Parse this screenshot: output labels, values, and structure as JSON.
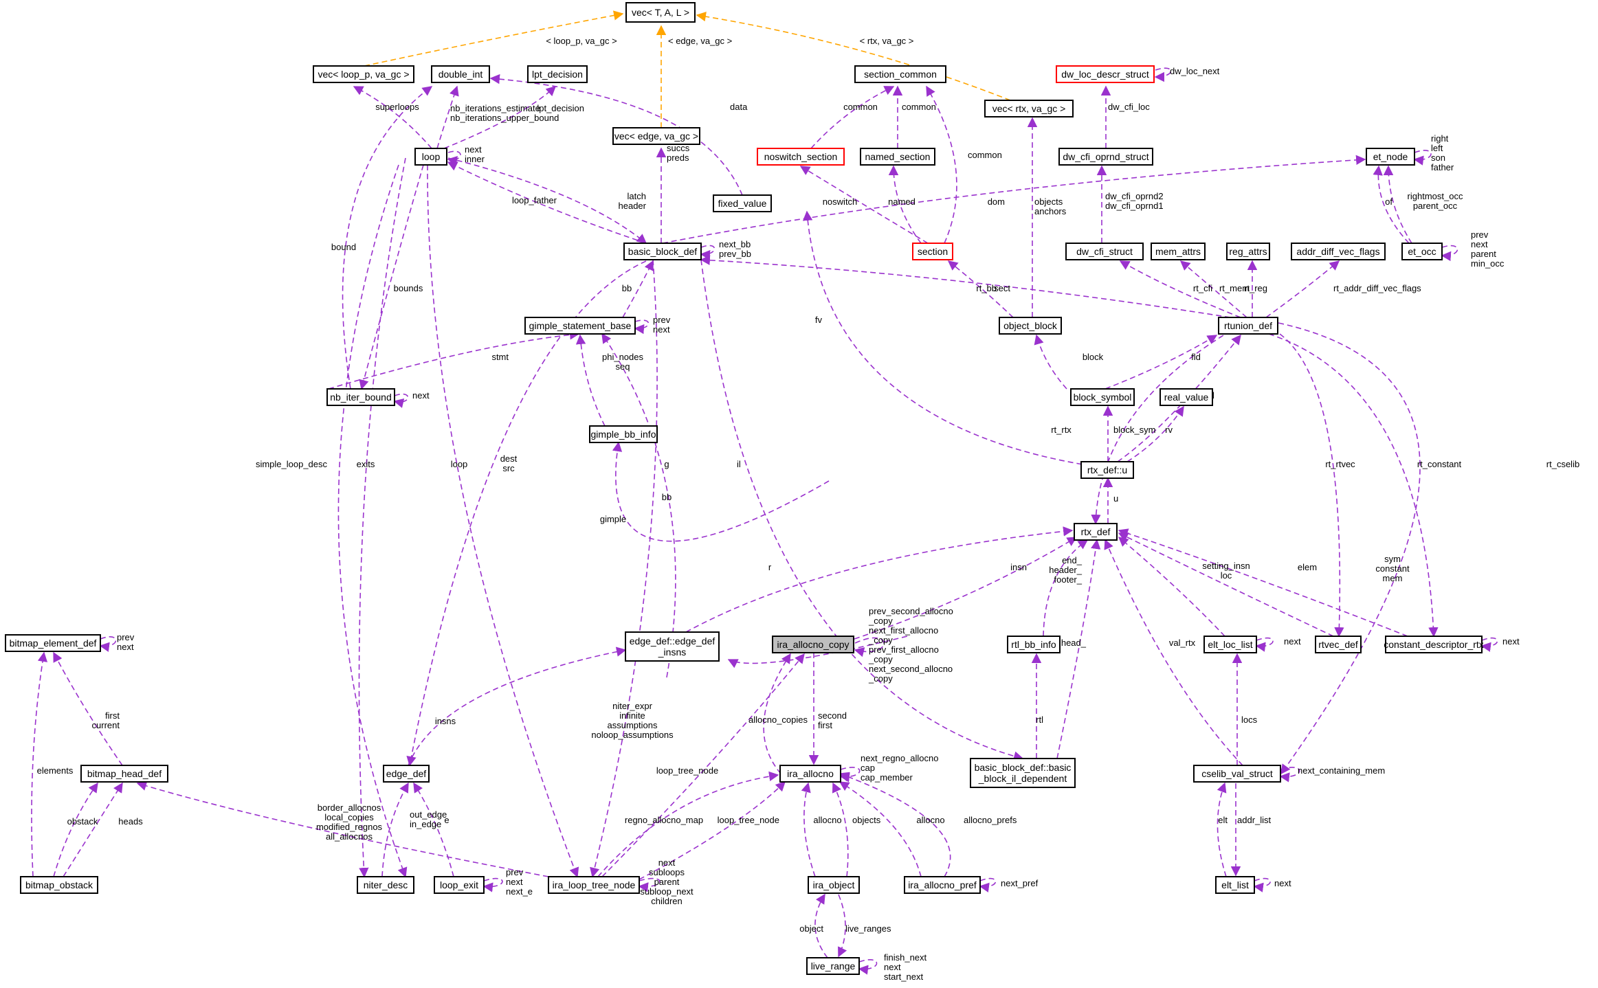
{
  "colors": {
    "purple": "#9a32cd",
    "orange": "#ffa500",
    "red": "#ff0000",
    "focus": "#bfbfbf"
  },
  "nodes": [
    {
      "id": "vec_tal",
      "label": "vec< T, A, L >"
    },
    {
      "id": "vec_loop",
      "label": "vec< loop_p, va_gc >"
    },
    {
      "id": "double_int",
      "label": "double_int"
    },
    {
      "id": "lpt_decision",
      "label": "lpt_decision"
    },
    {
      "id": "vec_edge",
      "label": "vec< edge, va_gc >"
    },
    {
      "id": "section_common",
      "label": "section_common"
    },
    {
      "id": "vec_rtx",
      "label": "vec< rtx, va_gc >"
    },
    {
      "id": "dw_loc_descr",
      "label": "dw_loc_descr_struct",
      "red": true
    },
    {
      "id": "loop",
      "label": "loop"
    },
    {
      "id": "noswitch_section",
      "label": "noswitch_section",
      "red": true
    },
    {
      "id": "named_section",
      "label": "named_section"
    },
    {
      "id": "dw_cfi_oprnd",
      "label": "dw_cfi_oprnd_struct"
    },
    {
      "id": "et_node",
      "label": "et_node"
    },
    {
      "id": "fixed_value",
      "label": "fixed_value"
    },
    {
      "id": "basic_block_def",
      "label": "basic_block_def"
    },
    {
      "id": "section",
      "label": "section",
      "red": true
    },
    {
      "id": "et_occ",
      "label": "et_occ"
    },
    {
      "id": "dw_cfi_struct",
      "label": "dw_cfi_struct"
    },
    {
      "id": "mem_attrs",
      "label": "mem_attrs"
    },
    {
      "id": "reg_attrs",
      "label": "reg_attrs"
    },
    {
      "id": "addr_diff",
      "label": "addr_diff_vec_flags"
    },
    {
      "id": "gimple_stmt",
      "label": "gimple_statement_base"
    },
    {
      "id": "object_block",
      "label": "object_block"
    },
    {
      "id": "rtunion_def",
      "label": "rtunion_def"
    },
    {
      "id": "nb_iter_bound",
      "label": "nb_iter_bound"
    },
    {
      "id": "block_symbol",
      "label": "block_symbol"
    },
    {
      "id": "real_value",
      "label": "real_value"
    },
    {
      "id": "gimple_bb_info",
      "label": "gimple_bb_info"
    },
    {
      "id": "rtx_def_u",
      "label": "rtx_def::u"
    },
    {
      "id": "rtx_def",
      "label": "rtx_def"
    },
    {
      "id": "bitmap_element_def",
      "label": "bitmap_element_def"
    },
    {
      "id": "edge_def_insns",
      "label": "edge_def::edge_def\n_insns"
    },
    {
      "id": "ira_allocno_copy",
      "label": "ira_allocno_copy",
      "focus": true
    },
    {
      "id": "rtl_bb_info",
      "label": "rtl_bb_info"
    },
    {
      "id": "elt_loc_list",
      "label": "elt_loc_list"
    },
    {
      "id": "rtvec_def",
      "label": "rtvec_def"
    },
    {
      "id": "constant_descriptor_rtx",
      "label": "constant_descriptor_rtx"
    },
    {
      "id": "bitmap_head_def",
      "label": "bitmap_head_def"
    },
    {
      "id": "edge_def",
      "label": "edge_def"
    },
    {
      "id": "ira_allocno",
      "label": "ira_allocno"
    },
    {
      "id": "bb_il_dep",
      "label": "basic_block_def::basic\n_block_il_dependent"
    },
    {
      "id": "cselib_val",
      "label": "cselib_val_struct"
    },
    {
      "id": "bitmap_obstack",
      "label": "bitmap_obstack"
    },
    {
      "id": "niter_desc",
      "label": "niter_desc"
    },
    {
      "id": "loop_exit",
      "label": "loop_exit"
    },
    {
      "id": "ira_loop_tree_node",
      "label": "ira_loop_tree_node"
    },
    {
      "id": "ira_object",
      "label": "ira_object"
    },
    {
      "id": "ira_allocno_pref",
      "label": "ira_allocno_pref"
    },
    {
      "id": "elt_list",
      "label": "elt_list"
    },
    {
      "id": "live_range",
      "label": "live_range"
    }
  ],
  "edge_labels": [
    "< loop_p, va_gc >",
    "< edge, va_gc >",
    "< rtx, va_gc >",
    "dw_loc_next",
    "superloops",
    "nb_iterations_estimate\nnb_iterations_upper_bound",
    "lpt_decision",
    "data",
    "common",
    "common",
    "common",
    "dw_cfi_loc",
    "right\nleft\nson\nfather",
    "next\ninner",
    "succs\npreds",
    "latch\nheader",
    "loop_father",
    "dom",
    "noswitch",
    "named",
    "objects\nanchors",
    "dw_cfi_oprnd2\ndw_cfi_oprnd1",
    "rightmost_occ\nparent_occ",
    "of",
    "prev\nnext\nparent\nmin_occ",
    "next_bb\nprev_bb",
    "bound",
    "bounds",
    "bb",
    "prev\nnext",
    "sect",
    "rt_bb",
    "rt_cfi",
    "rt_mem",
    "rt_reg",
    "rt_addr_diff_vec_flags",
    "fv",
    "stmt",
    "phi_nodes\nseq",
    "next",
    "block",
    "fld",
    "block_sym",
    "rv",
    "fld",
    "rt_rtx",
    "simple_loop_desc",
    "exits",
    "loop",
    "dest\nsrc",
    "g",
    "bb",
    "il",
    "gimple",
    "rt_rtvec",
    "rt_constant",
    "rt_cselib",
    "u",
    "r",
    "insn",
    "end_\nheader_\nfooter_",
    "setting_insn\nloc",
    "elem",
    "sym\nconstant\nmem",
    "prev_second_allocno\n_copy\nnext_first_allocno\n_copy\nprev_first_allocno\n_copy\nnext_second_allocno\n_copy",
    "prev\nnext",
    "first\ncurrent",
    "niter_expr\ninfinite\nassumptions\nnoloop_assumptions",
    "head_",
    "val_rtx",
    "next",
    "next",
    "second\nfirst",
    "allocno_copies",
    "insns",
    "rtl",
    "locs",
    "elements",
    "loop_tree_node",
    "next_regno_allocno\ncap\ncap_member",
    "next_containing_mem",
    "obstack",
    "heads",
    "border_allocnos\nlocal_copies\nmodified_regnos\nall_allocnos",
    "out_edge\nin_edge",
    "e",
    "regno_allocno_map",
    "loop_tree_node",
    "allocno",
    "objects",
    "allocno",
    "allocno_prefs",
    "elt",
    "addr_list",
    "prev\nnext\nnext_e",
    "next\nsubloops\nparent\nsubloop_next\nchildren",
    "next_pref",
    "next",
    "object",
    "live_ranges",
    "finish_next\nnext\nstart_next"
  ]
}
